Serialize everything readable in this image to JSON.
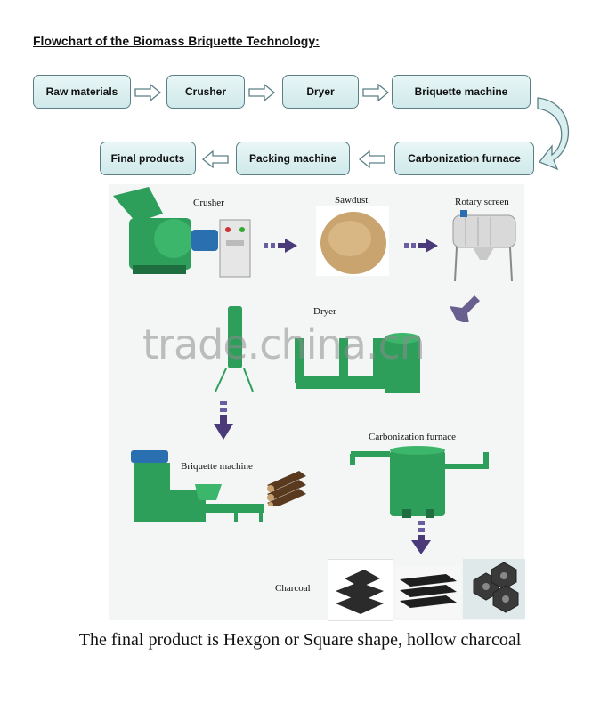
{
  "title": "Flowchart of the Biomass Briquette Technology:",
  "flow": {
    "raw_materials": "Raw materials",
    "crusher": "Crusher",
    "dryer": "Dryer",
    "briquette_machine": "Briquette machine",
    "carbonization_furnace": "Carbonization furnace",
    "packing_machine": "Packing machine",
    "final_products": "Final products"
  },
  "photo_labels": {
    "crusher": "Crusher",
    "sawdust": "Sawdust",
    "rotary_screen": "Rotary screen",
    "dryer": "Dryer",
    "briquette_machine": "Briquette machine",
    "carbonization_furnace": "Carbonization furnace",
    "charcoal": "Charcoal"
  },
  "watermark": "trade.china.cn",
  "caption": "The final product is Hexgon or Square shape, hollow charcoal",
  "colors": {
    "box_fill": "#d9efef",
    "box_border": "#5b7f86",
    "machine_green": "#2e9e5b",
    "arrow_purple": "#4a3a7a"
  }
}
